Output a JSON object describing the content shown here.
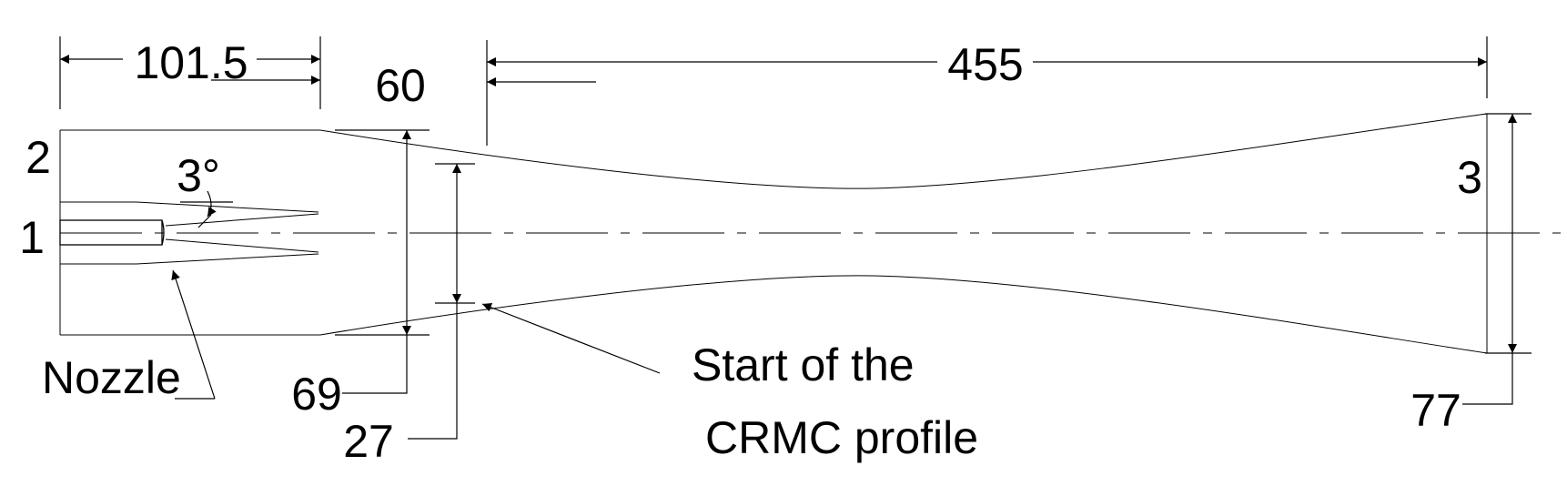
{
  "diagram": {
    "dimensions": {
      "inlet_length": "101.5",
      "gap_length": "60",
      "profile_length": "455",
      "nozzle_angle": "3°",
      "inlet_diameter": "69",
      "throat_diameter": "27",
      "outlet_diameter": "77"
    },
    "callouts": {
      "primary_inlet": "1",
      "secondary_inlet": "2",
      "outlet": "3",
      "nozzle": "Nozzle",
      "profile_start_line1": "Start of the",
      "profile_start_line2": "CRMC profile"
    }
  }
}
